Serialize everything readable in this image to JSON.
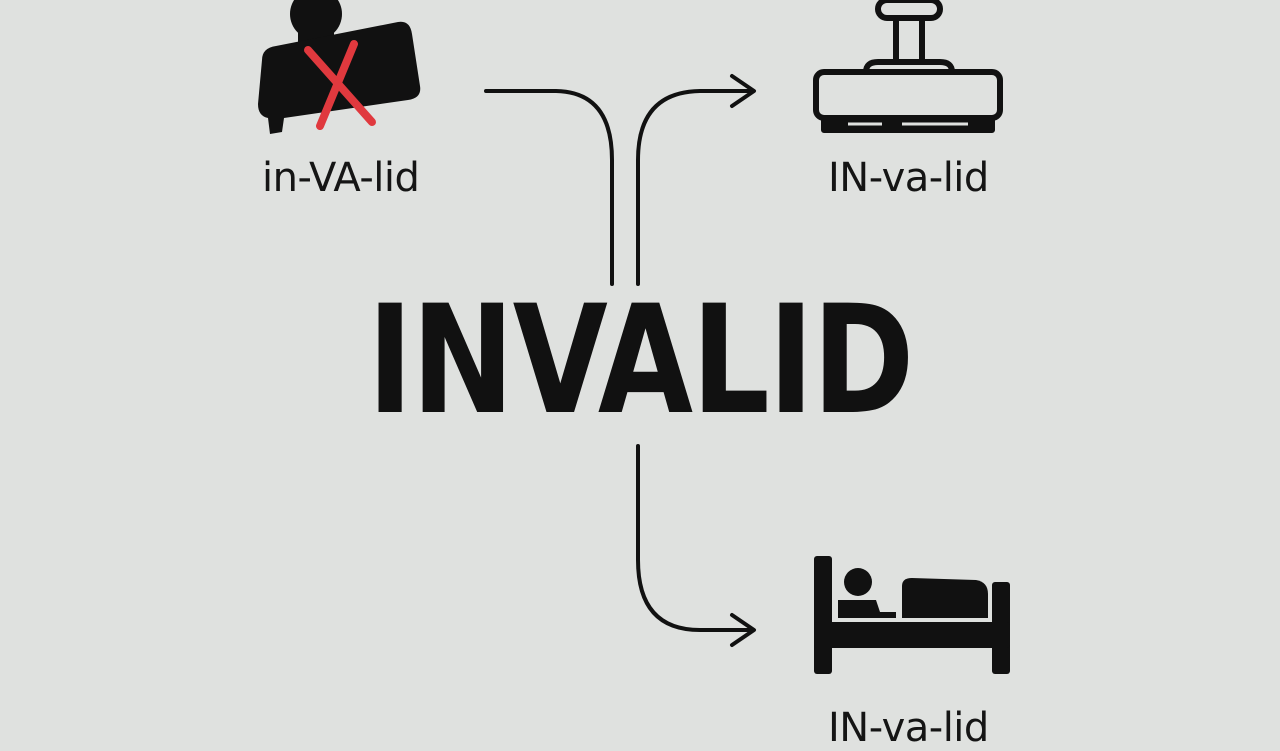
{
  "headword": "INVALID",
  "pronunciations": {
    "adjective": "in-VA-lid",
    "noun_stamp": "IN-va-lid",
    "noun_person": "IN-va-lid"
  },
  "icons": {
    "adjective": "rejected-stamp-icon",
    "noun_stamp": "rubber-stamp-icon",
    "noun_person": "person-in-bed-icon"
  },
  "colors": {
    "background": "#dfe1df",
    "ink": "#111111",
    "reject_mark": "#e0393e"
  }
}
